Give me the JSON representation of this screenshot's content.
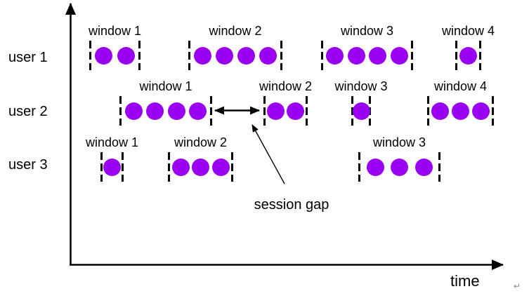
{
  "axis": {
    "x_label": "time"
  },
  "annotation": {
    "session_gap_label": "session gap"
  },
  "users": [
    {
      "label": "user 1",
      "windows": [
        {
          "label": "window 1",
          "events": 2
        },
        {
          "label": "window 2",
          "events": 4
        },
        {
          "label": "window 3",
          "events": 4
        },
        {
          "label": "window 4",
          "events": 1
        }
      ]
    },
    {
      "label": "user 2",
      "windows": [
        {
          "label": "window 1",
          "events": 4
        },
        {
          "label": "window 2",
          "events": 2
        },
        {
          "label": "window 3",
          "events": 1
        },
        {
          "label": "window 4",
          "events": 3
        }
      ]
    },
    {
      "label": "user 3",
      "windows": [
        {
          "label": "window 1",
          "events": 1
        },
        {
          "label": "window 2",
          "events": 3
        },
        {
          "label": "window 3",
          "events": 3
        }
      ]
    }
  ],
  "stray_mark": "↵",
  "colors": {
    "dot": "#9A00F2",
    "line": "#000000",
    "background": "#FFFFFF"
  }
}
